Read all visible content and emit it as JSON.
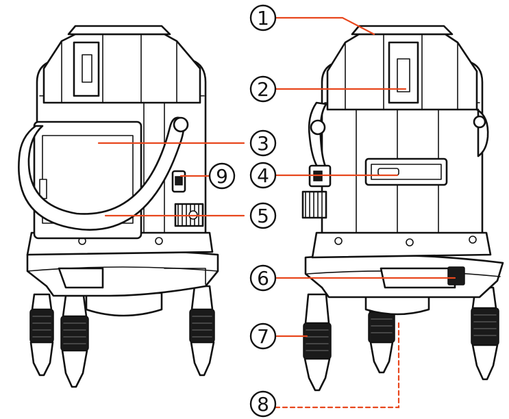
{
  "accent_color": "#e8471d",
  "callouts": [
    {
      "id": "1",
      "label": "1"
    },
    {
      "id": "2",
      "label": "2"
    },
    {
      "id": "3",
      "label": "3"
    },
    {
      "id": "4",
      "label": "4"
    },
    {
      "id": "5",
      "label": "5"
    },
    {
      "id": "6",
      "label": "6"
    },
    {
      "id": "7",
      "label": "7"
    },
    {
      "id": "8",
      "label": "8"
    },
    {
      "id": "9",
      "label": "9"
    }
  ]
}
